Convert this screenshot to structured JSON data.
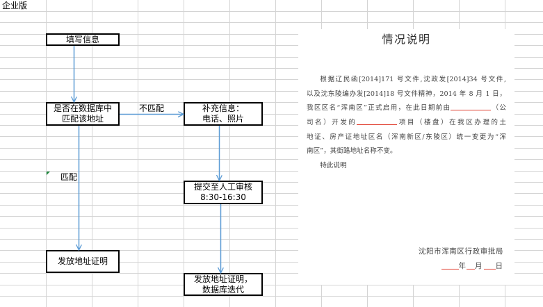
{
  "sheet": {
    "cell_a1": "企业版"
  },
  "flowchart": {
    "fill_info": "填写信息",
    "check_db": [
      "是否在数据库中",
      "匹配该地址"
    ],
    "supplement": [
      "补充信息：",
      "电话、照片"
    ],
    "manual_review": [
      "提交至人工审核",
      "8:30-16:30"
    ],
    "issue_certificate": "发放地址证明",
    "issue_certificate_iterate": [
      "发放地址证明，",
      "数据库迭代"
    ],
    "label_no_match": "不匹配",
    "label_match": "匹配"
  },
  "document": {
    "title": "情况说明",
    "lines": [
      {
        "text": "根据辽民函[2014]171 号文件,沈政发[2014]34 号文件,"
      },
      {
        "text": "以及沈东陵编办发[2014]18 号文件精神，2014 年 8 月 1 日，"
      },
      {
        "before": "我区区名“浑南区”正式启用，在此日期前由",
        "after": "（公"
      },
      {
        "before": "司名）开发的",
        "after": "项目（楼盘）在我区办理的土"
      },
      {
        "text": "地证、房产证地址区名（浑南新区/东陵区）统一变更为“浑"
      },
      {
        "text": "南区”，其街路地址名称不变。"
      }
    ],
    "closing": "特此说明",
    "signature": "沈阳市浑南区行政审批局",
    "date": {
      "year": "年",
      "month": "月",
      "day": "日"
    }
  },
  "colors": {
    "grid_line": "#d4d4d4",
    "connector": "#5b9bd5",
    "shape_border": "#000000",
    "error_indicator": "#1e8a3e",
    "form_blank_underline": "#e03c2d"
  }
}
